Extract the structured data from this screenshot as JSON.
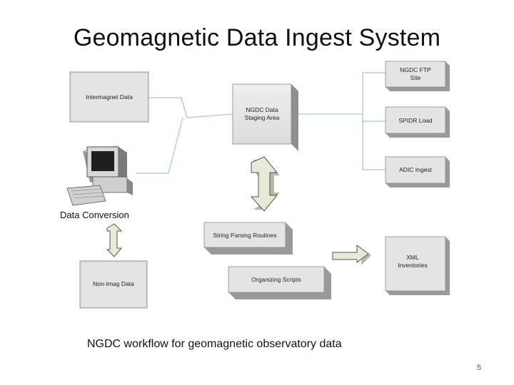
{
  "title": "Geomagnetic Data Ingest System",
  "caption": "NGDC workflow for geomagnetic observatory data",
  "page_number": "5",
  "nodes": {
    "intermagnet": "Intermagnet Data",
    "staging": [
      "NGDC Data",
      "Staging Area"
    ],
    "ftp": [
      "NGDC FTP",
      "Site"
    ],
    "spidr": "SPIDR Load",
    "adic": "ADIC Ingest",
    "conversion": "Data Conversion",
    "string_parsing": "String Parsing Routines",
    "xml": [
      "XML",
      "Inventories"
    ],
    "nonimag": "Non-Imag Data",
    "scripts": "Organizing Scripts"
  },
  "colors": {
    "box_face": "#e4e4e4",
    "box_side": "#9a9a9a",
    "box_top": "#c8c8c8",
    "connector": "#a9c7de",
    "arrow_fill": "#e8ead8",
    "arrow_stroke": "#555555"
  }
}
